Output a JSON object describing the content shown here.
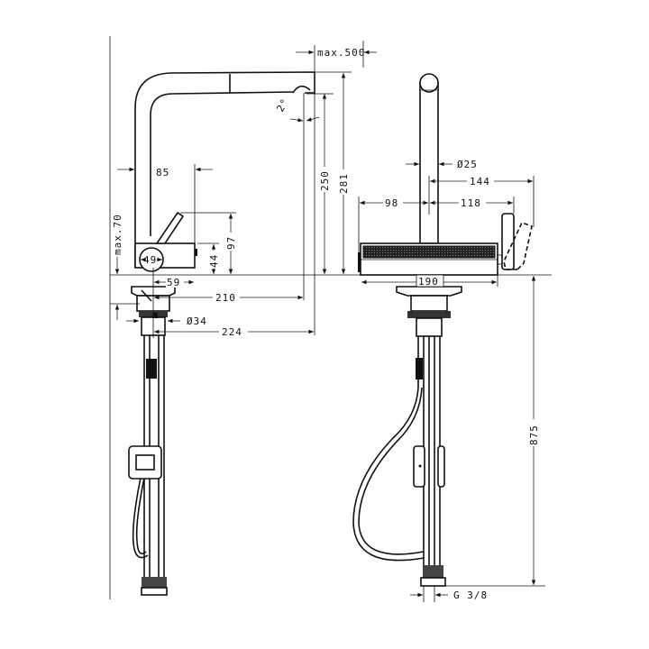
{
  "side_view": {
    "dim_max_reach": "max.500",
    "dim_angle": "2°",
    "dim_spout_clearance": "250",
    "dim_total_height": "281",
    "dim_spout_to_lever": "85",
    "dim_lever_height": "97",
    "dim_body_height": "44",
    "dim_max_countertop": "max.70",
    "dim_body_diameter": "49",
    "dim_body_depth": "59",
    "dim_spout_reach": "210",
    "dim_mount_hole": "Ø34",
    "dim_total_reach": "224"
  },
  "front_view": {
    "dim_spout_diameter": "Ø25",
    "dim_lever_swing": "144",
    "dim_left_width": "98",
    "dim_right_width": "118",
    "dim_body_width": "190",
    "dim_hose_length": "875",
    "dim_connection": "G 3/8"
  }
}
